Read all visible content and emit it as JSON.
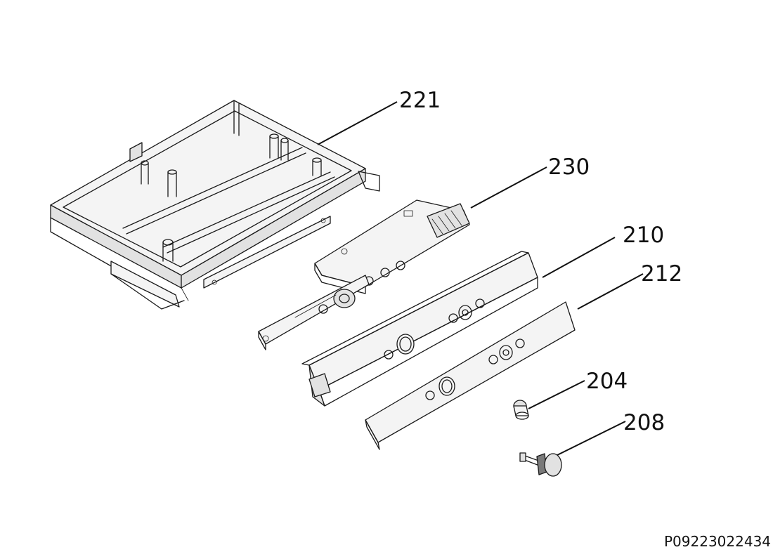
{
  "labels": {
    "p221": "221",
    "p230": "230",
    "p210": "210",
    "p212": "212",
    "p204": "204",
    "p208": "208"
  },
  "drawing_code": "P09223022434"
}
